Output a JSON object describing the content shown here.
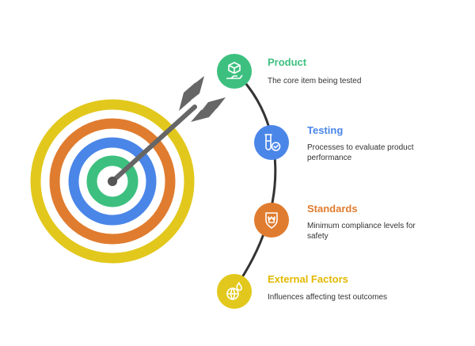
{
  "colors": {
    "green": "#3dc07f",
    "blue": "#4a86e8",
    "orange": "#e07c2f",
    "yellow": "#e2c81c",
    "arrow": "#666666",
    "arc": "#333333"
  },
  "items": [
    {
      "title": "Product",
      "description": "The core item being tested",
      "color": "green",
      "icon": "box-on-hand-icon"
    },
    {
      "title": "Testing",
      "description": "Processes to evaluate product performance",
      "color": "blue",
      "icon": "test-tube-check-icon"
    },
    {
      "title": "Standards",
      "description": "Minimum compliance levels for safety",
      "color": "orange",
      "icon": "shield-badge-icon"
    },
    {
      "title": "External Factors",
      "description": "Influences affecting test outcomes",
      "color": "yellow",
      "icon": "globe-fire-icon"
    }
  ]
}
